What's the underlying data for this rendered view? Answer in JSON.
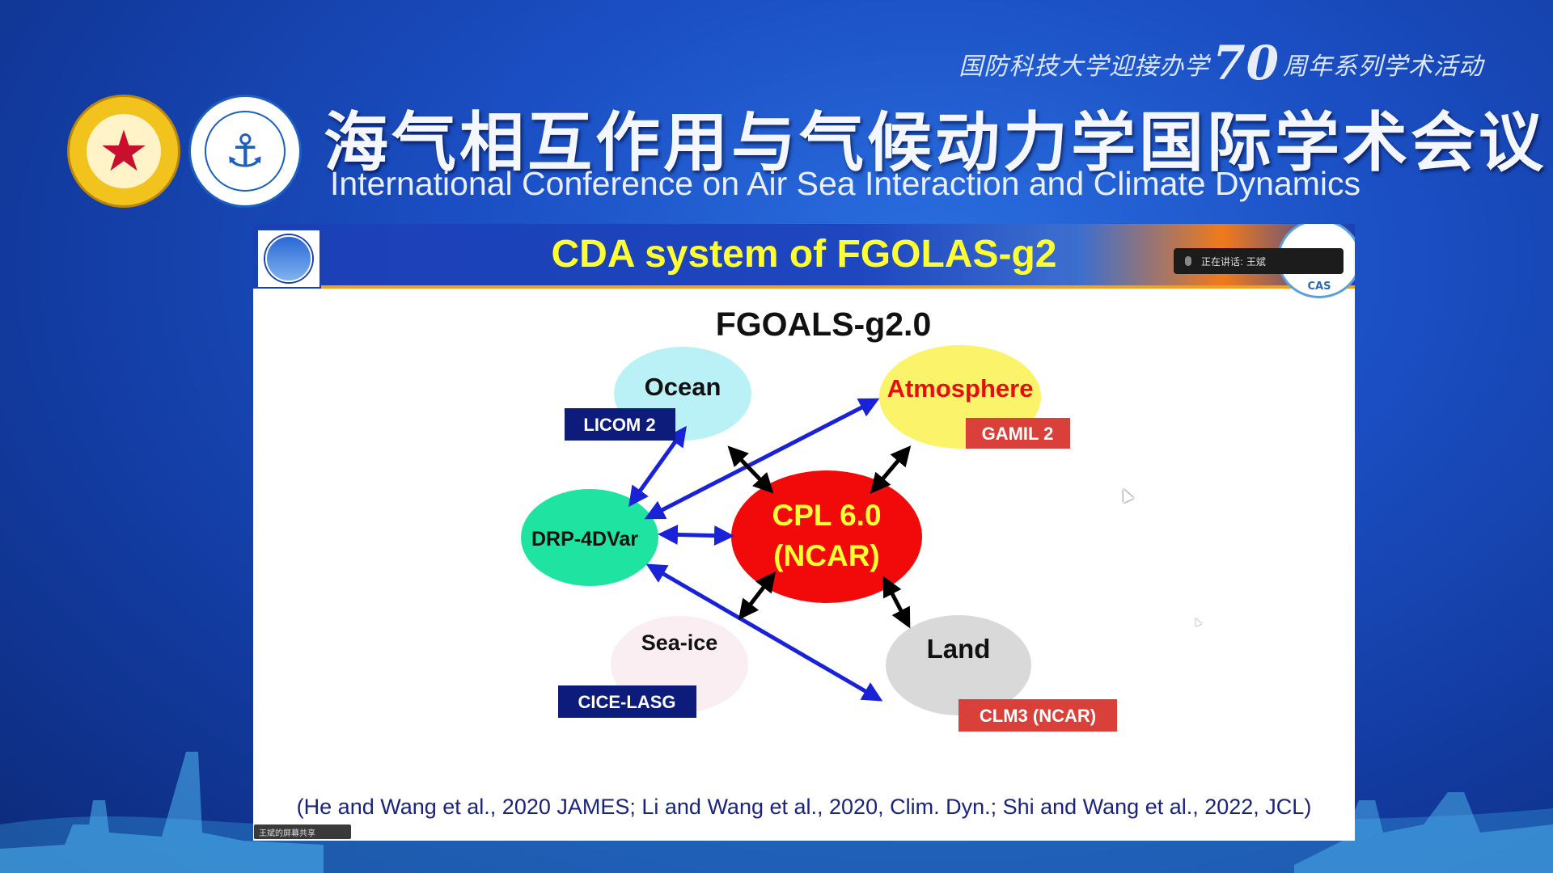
{
  "header": {
    "series_prefix": "国防科技大学迎接办学",
    "series_number": "70",
    "series_suffix": "周年系列学术活动",
    "title_cn": "海气相互作用与气候动力学国际学术会议",
    "title_en": "International Conference on Air Sea Interaction and Climate Dynamics"
  },
  "logos": {
    "left": "national-university-of-defense-technology-seal",
    "right": "college-of-meteorology-and-oceanography-seal",
    "slide_left": "lasg-logo",
    "slide_right": "cas-logo",
    "slide_right_text": "CAS"
  },
  "slide": {
    "title": "CDA system of FGOLAS-g2",
    "speaking_indicator": "正在讲话: 王斌",
    "share_label": "王斌的屏幕共享",
    "diagram_title": "FGOALS-g2.0",
    "citation": "(He and Wang et al., 2020 JAMES; Li and Wang et al., 2020, Clim. Dyn.; Shi and Wang et al., 2022, JCL)",
    "nodes": {
      "ocean": {
        "label": "Ocean",
        "tag": "LICOM 2",
        "color": "#b9f1f6"
      },
      "atmosphere": {
        "label": "Atmosphere",
        "tag": "GAMIL 2",
        "color": "#fbf36a"
      },
      "drp": {
        "label": "DRP-4DVar",
        "color": "#1fe3a0"
      },
      "cpl": {
        "label_line1": "CPL 6.0",
        "label_line2": "(NCAR)",
        "color": "#f20a0a"
      },
      "seaice": {
        "label": "Sea-ice",
        "tag": "CICE-LASG",
        "color": "#fbeef3"
      },
      "land": {
        "label": "Land",
        "tag": "CLM3 (NCAR)",
        "color": "#d9d9d9"
      }
    },
    "colors": {
      "navy_tag": "#0d1c7a",
      "red_tag": "#d9403a",
      "blue_arrow": "#1a22d6",
      "black_arrow": "#000000",
      "title_yellow": "#ffff33",
      "atmosphere_text": "#e31010",
      "cpl_text": "#ffff33"
    }
  }
}
